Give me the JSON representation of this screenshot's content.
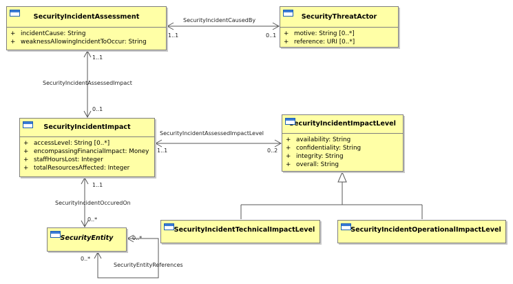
{
  "classes": {
    "assessment": {
      "name": "SecurityIncidentAssessment",
      "attributes": [
        {
          "vis": "+",
          "text": "incidentCause: String"
        },
        {
          "vis": "+",
          "text": "weaknessAllowingIncidentToOccur: String"
        }
      ]
    },
    "threat_actor": {
      "name": "SecurityThreatActor",
      "attributes": [
        {
          "vis": "+",
          "text": "motive: String [0..*]"
        },
        {
          "vis": "+",
          "text": "reference: URI [0..*]"
        }
      ]
    },
    "impact": {
      "name": "SecurityIncidentImpact",
      "attributes": [
        {
          "vis": "+",
          "text": "accessLevel: String [0..*]"
        },
        {
          "vis": "+",
          "text": "encompassingFinancialImpact: Money"
        },
        {
          "vis": "+",
          "text": "staffHoursLost: Integer"
        },
        {
          "vis": "+",
          "text": "totalResourcesAffected: Integer"
        }
      ]
    },
    "impact_level": {
      "name": "SecurityIncidentImpactLevel",
      "attributes": [
        {
          "vis": "+",
          "text": "availability: String"
        },
        {
          "vis": "+",
          "text": "confidentiality: String"
        },
        {
          "vis": "+",
          "text": "integrity: String"
        },
        {
          "vis": "+",
          "text": "overall: String"
        }
      ]
    },
    "security_entity": {
      "name": "SecurityEntity"
    },
    "technical_level": {
      "name": "SecurityIncidentTechnicalImpactLevel"
    },
    "operational_level": {
      "name": "SecurityIncidentOperationalImpactLevel"
    }
  },
  "associations": {
    "caused_by": {
      "name": "SecurityIncidentCausedBy",
      "source_mult": "1..1",
      "target_mult": "0..1"
    },
    "assessed_impact": {
      "name": "SecurityIncidentAssessedImpact",
      "source_mult": "1..1",
      "target_mult": "0..1"
    },
    "assessed_impact_level": {
      "name": "SecurityIncidentAssessedImpactLevel",
      "source_mult": "1..1",
      "target_mult": "0..2"
    },
    "occured_on": {
      "name": "SecurityIncidentOccuredOn",
      "source_mult": "1..1",
      "target_mult": "0..*"
    },
    "entity_references": {
      "name": "SecurityEntityReferences",
      "source_mult": "0..*",
      "target_mult": "0..*"
    }
  },
  "colors": {
    "class_fill": "#ffffa6",
    "class_border": "#7e7e7e",
    "icon_blue": "#1a5fb4",
    "edge": "#555555"
  }
}
